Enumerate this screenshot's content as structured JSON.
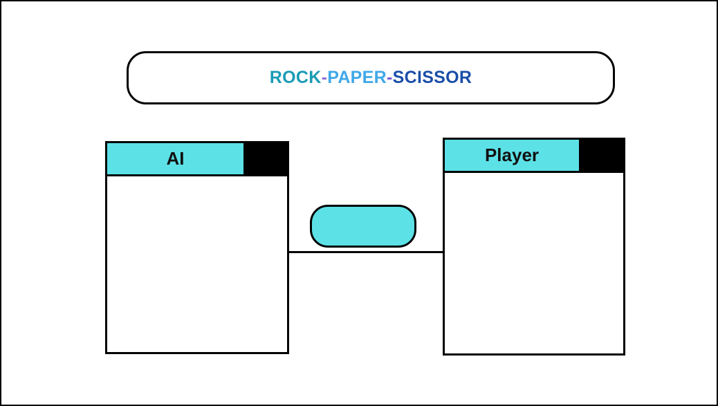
{
  "title": {
    "parts": [
      "ROCK",
      "-",
      "PAPER",
      "-",
      "SCISSOR"
    ]
  },
  "panels": {
    "ai": {
      "label": "AI"
    },
    "player": {
      "label": "Player"
    }
  },
  "center_button": {
    "label": ""
  },
  "colors": {
    "accent": "#5ce1e6",
    "title_rock": "#1a9bb5",
    "title_dash1": "#8b6fd9",
    "title_paper": "#3fa8e8",
    "title_dash2": "#7a5bd0",
    "title_scissor": "#1a4ea8"
  }
}
